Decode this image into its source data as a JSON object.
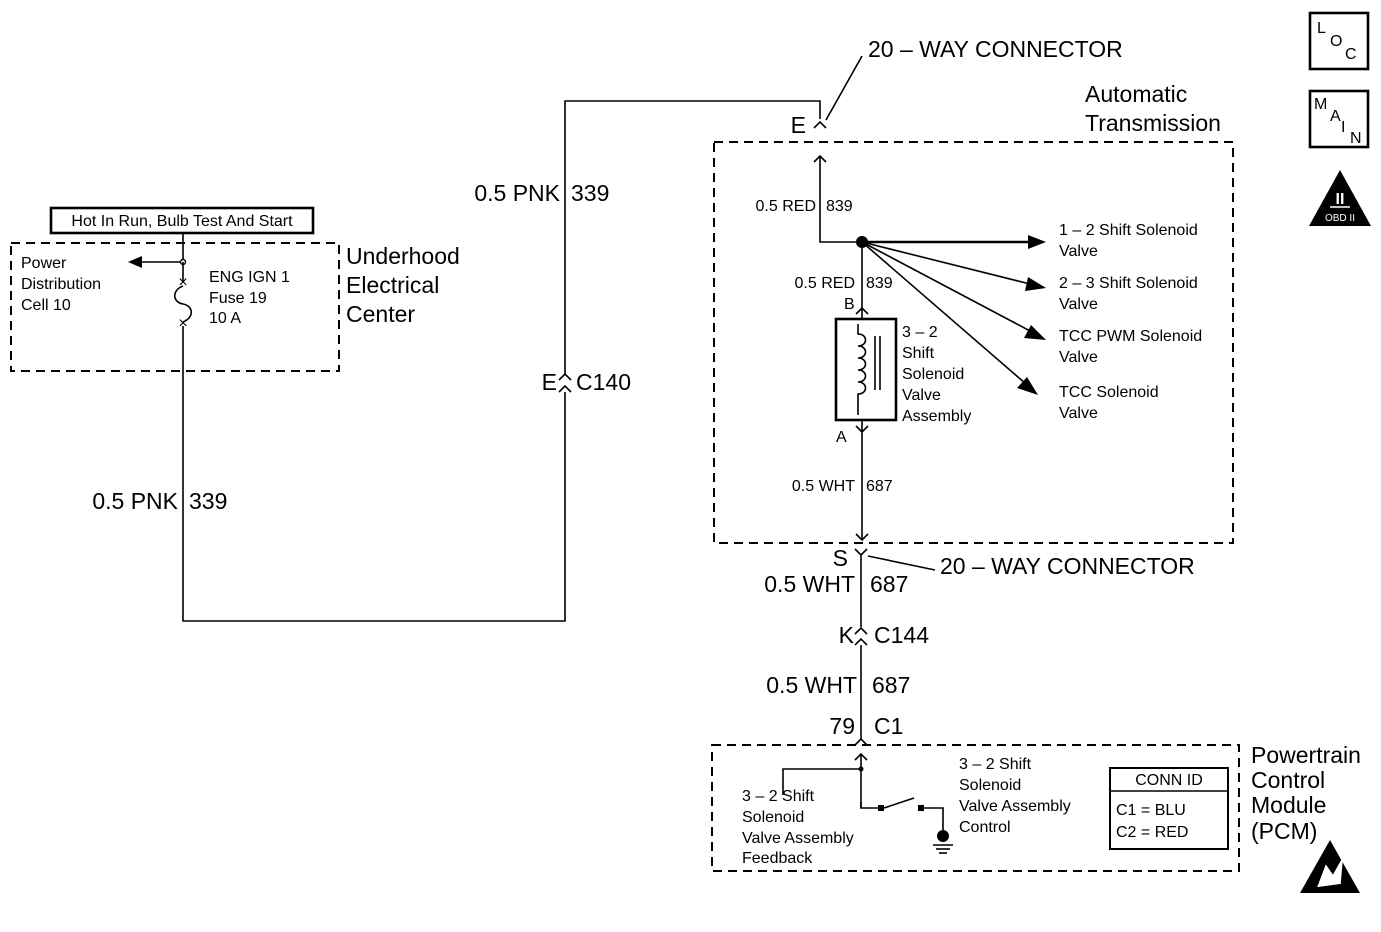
{
  "header": {
    "connector_top": "20 – WAY CONNECTOR",
    "auto_trans_line1": "Automatic",
    "auto_trans_line2": "Transmission"
  },
  "side_icons": [
    {
      "name": "loc-icon",
      "letters": [
        "L",
        "O",
        "C"
      ]
    },
    {
      "name": "main-icon",
      "letters": [
        "M",
        "A",
        "I",
        "N"
      ]
    },
    {
      "name": "obd-ii-icon",
      "roman": "II",
      "label": "OBD II"
    }
  ],
  "power": {
    "hot_box_label": "Hot In Run, Bulb Test And Start",
    "pdc_line1": "Power",
    "pdc_line2": "Distribution",
    "pdc_line3": "Cell 10",
    "fuse_line1": "ENG IGN 1",
    "fuse_line2": "Fuse 19",
    "fuse_line3": "10 A",
    "uec_line1": "Underhood",
    "uec_line2": "Electrical",
    "uec_line3": "Center",
    "wire_left_label": "0.5 PNK",
    "wire_left_num": "339",
    "wire_mid_label": "0.5 PNK",
    "wire_mid_num": "339",
    "c140_pin": "E",
    "c140_name": "C140"
  },
  "transmission": {
    "pin_e": "E",
    "wire_red_upper_label": "0.5 RED",
    "wire_red_upper_num": "839",
    "wire_red_lower_label": "0.5 RED",
    "wire_red_lower_num": "839",
    "pin_b": "B",
    "pin_a": "A",
    "solenoid_line1": "3 – 2",
    "solenoid_line2": "Shift",
    "solenoid_line3": "Solenoid",
    "solenoid_line4": "Valve",
    "solenoid_line5": "Assembly",
    "branches": [
      {
        "line1": "1 – 2 Shift Solenoid",
        "line2": "Valve"
      },
      {
        "line1": "2 – 3 Shift Solenoid",
        "line2": "Valve"
      },
      {
        "line1": "TCC PWM Solenoid",
        "line2": "Valve"
      },
      {
        "line1": "TCC Solenoid",
        "line2": "Valve"
      }
    ],
    "wire_wht_inner_label": "0.5 WHT",
    "wire_wht_inner_num": "687"
  },
  "lower": {
    "pin_s": "S",
    "connector_bottom": "20 – WAY CONNECTOR",
    "wire_wht_1_label": "0.5 WHT",
    "wire_wht_1_num": "687",
    "c144_pin": "K",
    "c144_name": "C144",
    "wire_wht_2_label": "0.5 WHT",
    "wire_wht_2_num": "687",
    "c1_pin": "79",
    "c1_name": "C1"
  },
  "pcm": {
    "feedback_line1": "3 – 2 Shift",
    "feedback_line2": "Solenoid",
    "feedback_line3": "Valve Assembly",
    "feedback_line4": "Feedback",
    "control_line1": "3 – 2 Shift",
    "control_line2": "Solenoid",
    "control_line3": "Valve Assembly",
    "control_line4": "Control",
    "conn_id_title": "CONN ID",
    "conn_id_c1": "C1  =  BLU",
    "conn_id_c2": "C2  =  RED",
    "name_line1": "Powertrain",
    "name_line2": "Control",
    "name_line3": "Module",
    "name_line4": "(PCM)",
    "esd_icon": "esd-warning-icon"
  }
}
